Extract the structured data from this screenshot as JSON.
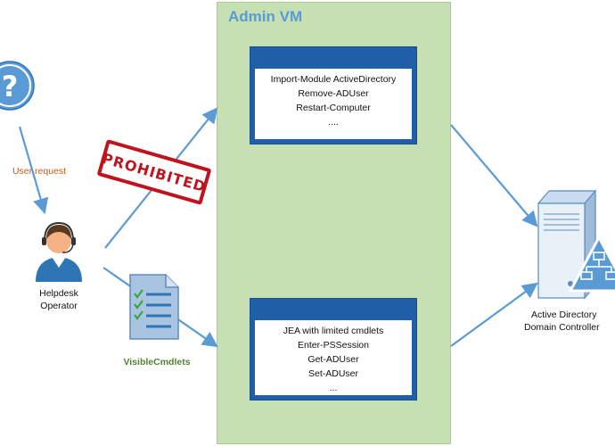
{
  "admin_vm": {
    "title": "Admin VM"
  },
  "top_window": {
    "lines": [
      "Import-Module ActiveDirectory",
      "Remove-ADUser",
      "Restart-Computer",
      "...."
    ]
  },
  "bottom_window": {
    "lines": [
      "JEA with limited cmdlets",
      "Enter-PSSession",
      "Get-ADUser",
      "Set-ADUser",
      "..."
    ]
  },
  "user_request_label": "User request",
  "operator": {
    "line1": "Helpdesk",
    "line2": "Operator"
  },
  "stamp_text": "PROHIBITED",
  "doc_label": "VisibleCmdlets",
  "ad": {
    "line1": "Active Directory",
    "line2": "Domain Controller"
  },
  "colors": {
    "accent": "#5b9bd5",
    "panel": "#c6e0b4",
    "window": "#1f5fa8",
    "stamp": "#c0131d",
    "label_orange": "#c55a11",
    "label_green": "#548235"
  },
  "icons": {
    "question": "question-circle-icon",
    "operator": "helpdesk-operator-icon",
    "document": "checklist-document-icon",
    "server": "server-icon"
  }
}
